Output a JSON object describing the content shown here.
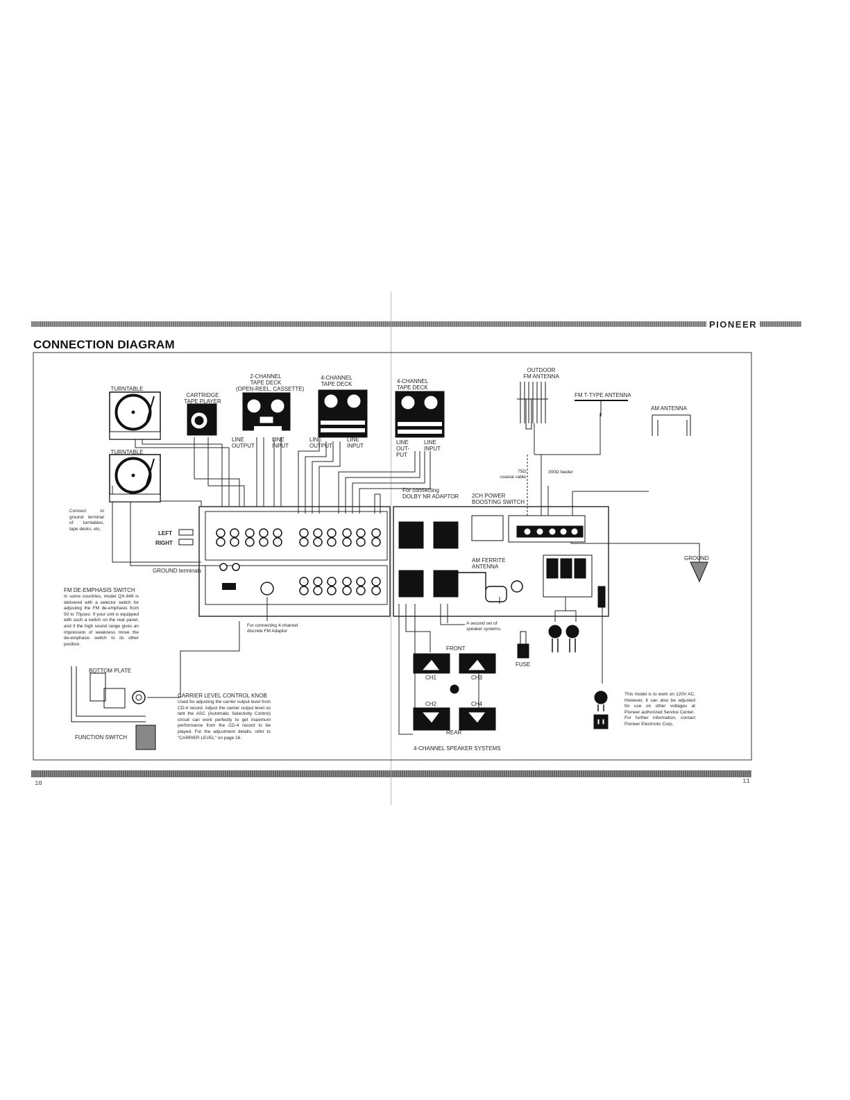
{
  "brand": "PIONEER",
  "title": "CONNECTION DIAGRAM",
  "page_left": "10",
  "page_right": "11",
  "labels": {
    "turntable1": "TURNTABLE",
    "turntable2": "TURNTABLE",
    "cartridge": "CARTRIDGE\nTAPE PLAYER",
    "deck2ch": "2-CHANNEL\nTAPE DECK\n(open-reel, cassette)",
    "deck4ch_a": "4-CHANNEL\nTAPE DECK",
    "deck4ch_b": "4-CHANNEL\nTAPE DECK",
    "line_output": "LINE\nOUTPUT",
    "line_input": "LINE\nINPUT",
    "line_output2": "LINE\nOUTPUT",
    "line_input2": "LINE\nINPUT",
    "line_output3": "LINE\nOUT-\nPUT",
    "line_input3": "LINE\nINPUT",
    "outdoor_fm": "OUTDOOR\nFM ANTENNA",
    "fm_t": "FM T-TYPE ANTENNA",
    "am_antenna": "AM ANTENNA",
    "coax": "75Ω\ncoaxial cable",
    "feeder": "300Ω feeder",
    "dolby": "For connecting\nDOLBY NR ADAPTOR",
    "power_boost": "2CH POWER\nBOOSTING SWITCH",
    "am_ferrite": "AM FERRITE\nANTENNA",
    "ground_right": "GROUND",
    "ground_terminals": "GROUND terminals",
    "left": "LEFT",
    "right": "RIGHT",
    "connect_ground": "Connect to ground terminal of turntables, tape decks, etc.",
    "fm_deemph_title": "FM DE-EMPHASIS SWITCH",
    "fm_deemph_body": "In some countries, model QX-949 is delivered with a selector switch for adjusting the FM de-emphasis from 50 to 70μsec. If your unit is equipped with such a switch on the rear panel, and if the high sound range gives an impression of weakness move the de-emphasis switch to its other position.",
    "for_4ch_fm": "For connecting 4-channel\ndiscrete FM Adaptor",
    "bottom_plate": "BOTTOM PLATE",
    "function_switch": "FUNCTION SWITCH",
    "carrier_title": "CARRIER LEVEL CONTROL KNOB",
    "carrier_body": "Used for adjusting the carrier output level from CD-4 record. Adjust the carrier output level so taht the ASC (Automatic Selectivity Control) circuit can work perfectly to get maximum performance from the CD-4 record to be played. For the adjustment details, refer to \"CARRIER LEVEL\" on page 16.",
    "second_set": "A second set of\nspeaker systems.",
    "fuse": "FUSE",
    "front": "FRONT",
    "rear": "REAR",
    "ch1": "CH1",
    "ch2": "CH2",
    "ch3": "CH3",
    "ch4": "CH4",
    "speaker_systems": "4-CHANNEL SPEAKER SYSTEMS",
    "voltage_note": "This model is to work on 120V AC. However, it can also be adjusted for use on other voltages at Pioneer authorized Service Center.\nFor further information, contact Pioneer Electronic Corp."
  }
}
